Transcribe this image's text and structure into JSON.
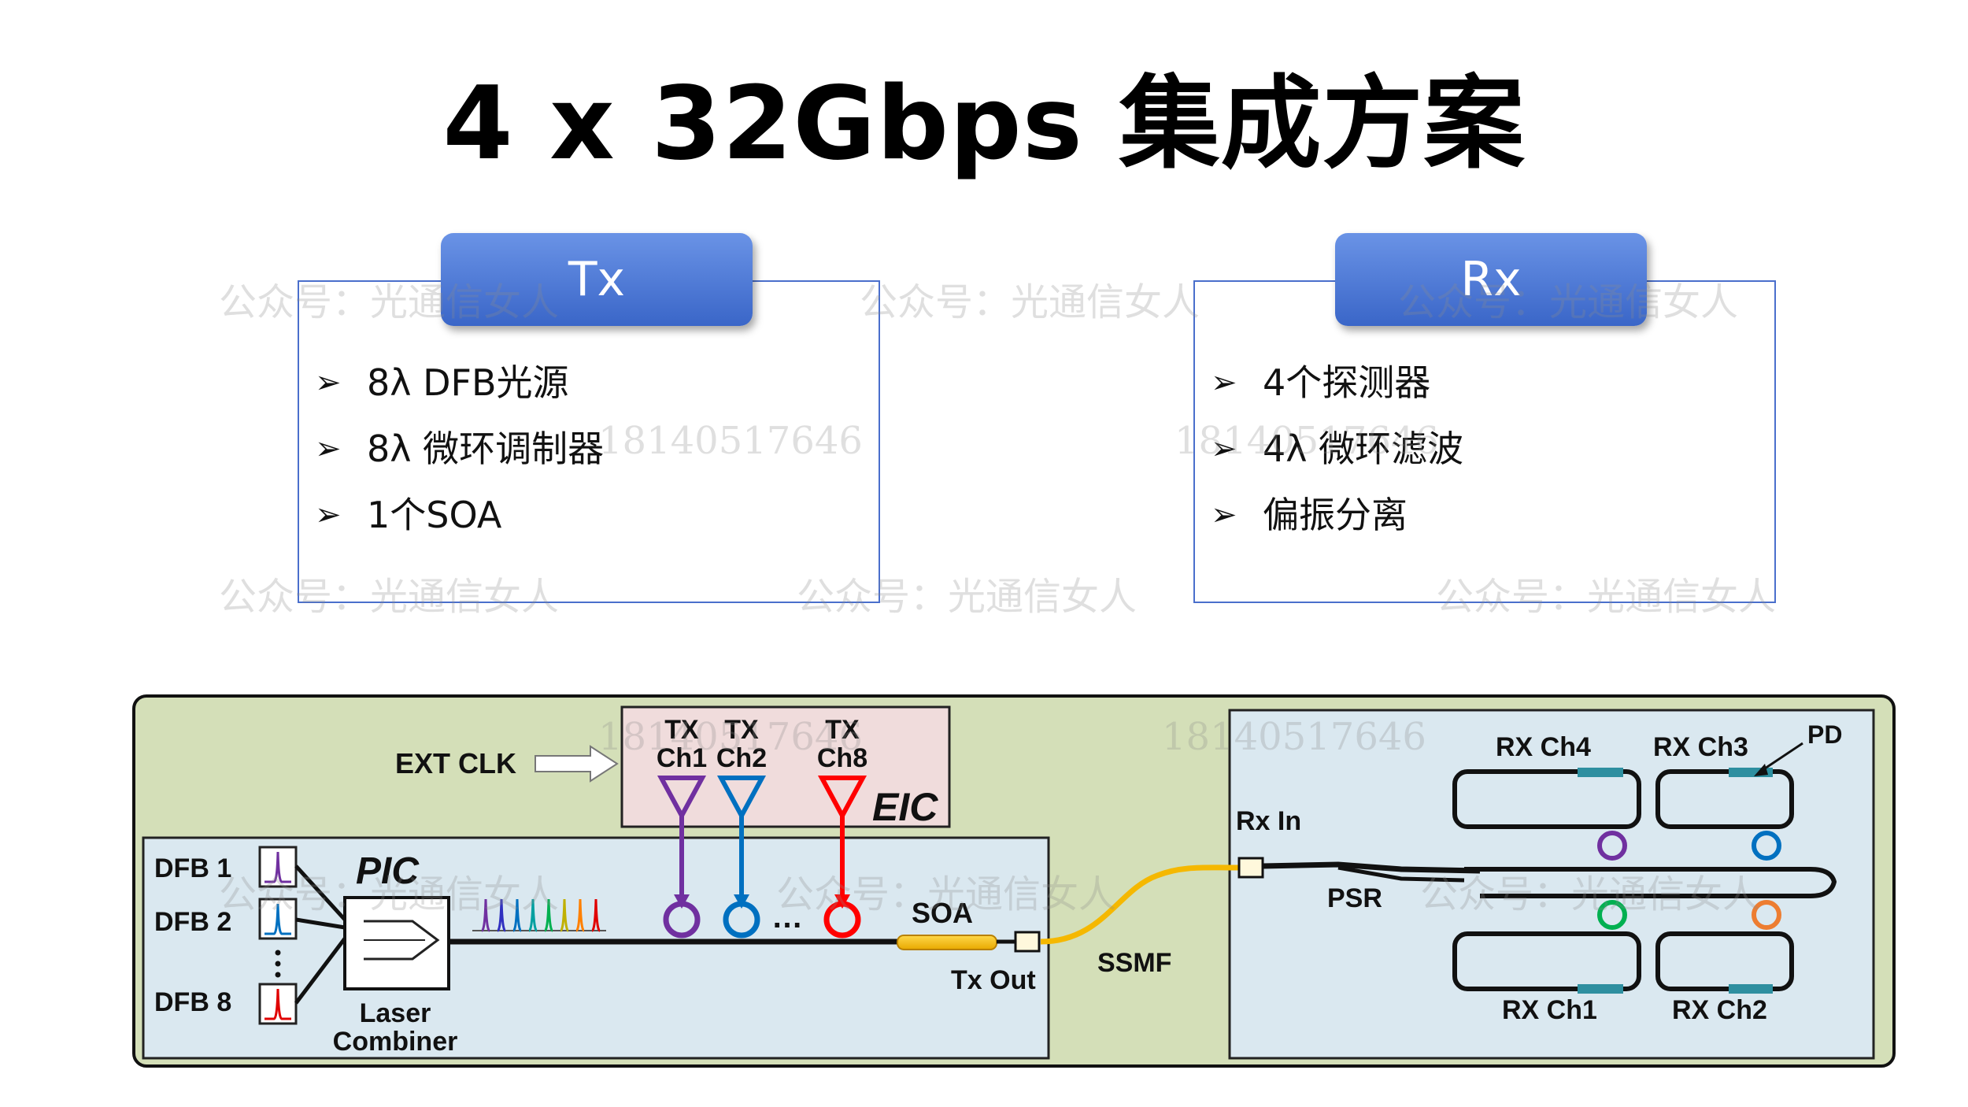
{
  "title": "4 x 32Gbps 集成方案",
  "tx": {
    "tab_label": "Tx",
    "bullets": [
      "8λ DFB光源",
      "8λ 微环调制器",
      "1个SOA"
    ]
  },
  "rx": {
    "tab_label": "Rx",
    "bullets": [
      "4个探测器",
      "4λ 微环滤波",
      "偏振分离"
    ]
  },
  "diagram": {
    "ext_clk": "EXT CLK",
    "eic": "EIC",
    "tx_ch1": [
      "TX",
      "Ch1"
    ],
    "tx_ch2": [
      "TX",
      "Ch2"
    ],
    "tx_ch8": [
      "TX",
      "Ch8"
    ],
    "pic": "PIC",
    "dfb1": "DFB 1",
    "dfb2": "DFB 2",
    "dfb8": "DFB 8",
    "laser_combiner": [
      "Laser",
      "Combiner"
    ],
    "ellipsis": "…",
    "soa": "SOA",
    "tx_out": "Tx Out",
    "ssmf": "SSMF",
    "rx_in": "Rx In",
    "psr": "PSR",
    "pd": "PD",
    "rx_ch4": "RX Ch4",
    "rx_ch3": "RX Ch3",
    "rx_ch1": "RX Ch1",
    "rx_ch2": "RX Ch2"
  },
  "watermarks": {
    "account": "公众号：光通信女人",
    "phone": "18140517646"
  },
  "colors": {
    "tab_blue": "#3a66c8",
    "outer_bg": "#d4dfb8",
    "pic_bg": "#dae8f0",
    "eic_bg": "#f0dcdc",
    "ch1": "#7030a0",
    "ch2": "#0070c0",
    "ch8": "#ff0000",
    "soa": "#f5b800"
  }
}
